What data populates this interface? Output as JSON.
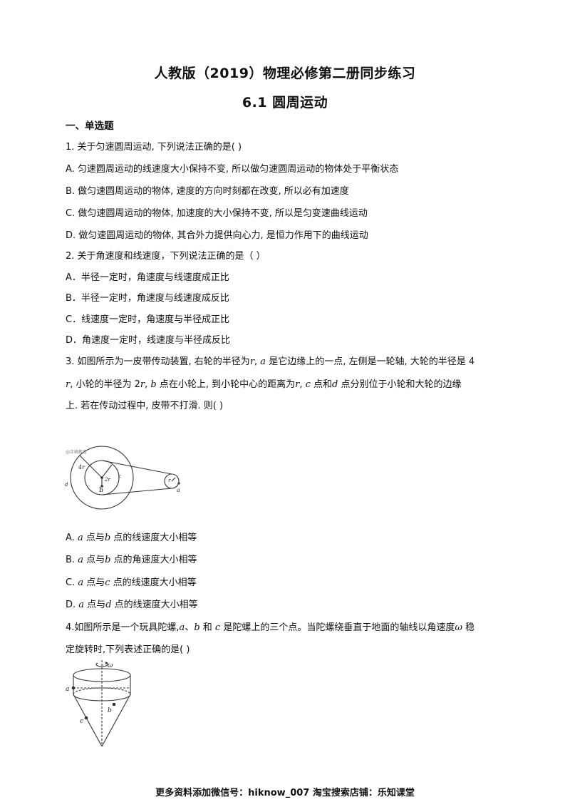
{
  "header": {
    "title": "人教版（2019）物理必修第二册同步练习",
    "subtitle": "6.1 圆周运动"
  },
  "section": "一、单选题",
  "q1": {
    "stem": "1. 关于匀速圆周运动, 下列说法正确的是(          )",
    "A": "A. 匀速圆周运动的线速度大小保持不变, 所以做匀速圆周运动的物体处于平衡状态",
    "B": "B. 做匀速圆周运动的物体, 速度的方向时刻都在改变, 所以必有加速度",
    "C": "C. 做匀速圆周运动的物体, 加速度的大小保持不变, 所以是匀变速曲线运动",
    "D": "D. 做匀速圆周运动的物体, 其合外力提供向心力, 是恒力作用下的曲线运动"
  },
  "q2": {
    "stem": "2. 关于角速度和线速度，下列说法正确的是（ ）",
    "A": "A．半径一定时，角速度与线速度成正比",
    "B": "B．半径一定时，角速度与线速度成反比",
    "C": "C．线速度一定时，角速度与半径成正比",
    "D": "D．角速度一定时，线速度与半径成反比"
  },
  "q3": {
    "l1a": "3. 如图所示为一皮带传动装置, 右轮的半径为",
    "l1v1": "r",
    "l1b": ", ",
    "l1v2": "a",
    "l1c": " 是它边缘上的一点, 左侧是一轮轴, 大轮的半径是 4",
    "l2v1": "r",
    "l2a": ", 小轮的半径为 2",
    "l2v2": "r",
    "l2b": ", ",
    "l2v3": "b",
    "l2c": " 点在小轮上, 到小轮中心的距离为",
    "l2v4": "r",
    "l2d": ", ",
    "l2v5": "c",
    "l2e": " 点和",
    "l2v6": "d",
    "l2f": " 点分别位于小轮和大轮的边缘",
    "l3": "上. 若在传动过程中, 皮带不打滑. 则(          )",
    "fig": {
      "watermark": "@正确教育",
      "r4": "4r",
      "r2": "2r",
      "r": "r",
      "b": "b",
      "d": "d",
      "c": "c",
      "a": "a"
    },
    "opts": [
      {
        "pre": "A. ",
        "v1": "a",
        "mid": " 点与",
        "v2": "b",
        "post": " 点的线速度大小相等"
      },
      {
        "pre": "B. ",
        "v1": "a",
        "mid": " 点与",
        "v2": "b",
        "post": " 点的角速度大小相等"
      },
      {
        "pre": "C. ",
        "v1": "a",
        "mid": " 点与",
        "v2": "c",
        "post": " 点的线速度大小相等"
      },
      {
        "pre": "D. ",
        "v1": "a",
        "mid": " 点与",
        "v2": "d",
        "post": " 点的线速度大小相等"
      }
    ]
  },
  "q4": {
    "l1a": "4.如图所示是一个玩具陀螺,",
    "v1": "a",
    "l1b": "、",
    "v2": "b",
    "l1c": " 和 ",
    "v3": "c",
    "l1d": " 是陀螺上的三个点。当陀螺绕垂直于地面的轴线以角速度",
    "v4": "ω",
    "l1e": " 稳",
    "l2": "定旋转时,下列表述正确的是(   )",
    "fig": {
      "omega": "ω",
      "a": "a",
      "b": "b",
      "c": "c"
    }
  },
  "footer": "更多资料添加微信号：hiknow_007  淘宝搜索店铺：乐知课堂"
}
